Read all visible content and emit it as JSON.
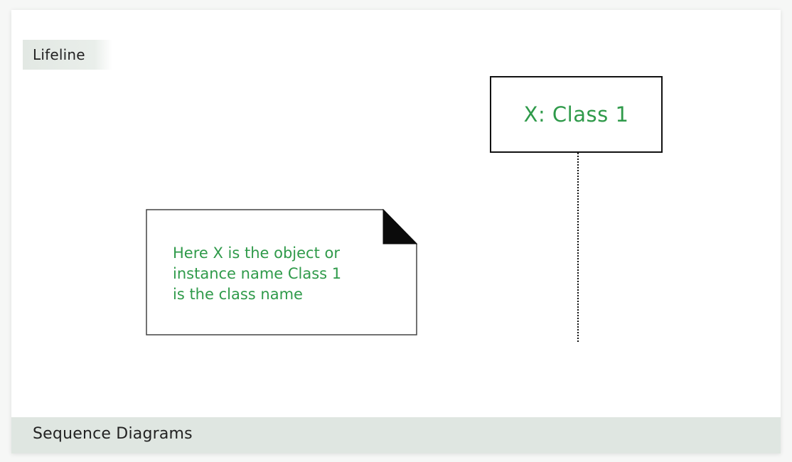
{
  "section_label": "Lifeline",
  "lifeline": {
    "label": "X: Class 1"
  },
  "note": {
    "text": "Here X is the object or\ninstance name Class 1\nis the class name"
  },
  "footer": {
    "title": "Sequence Diagrams"
  },
  "colors": {
    "accent_text": "#2f9a4a",
    "tag_bg": "#e2e8e3",
    "footer_bg": "#dfe6e1"
  }
}
